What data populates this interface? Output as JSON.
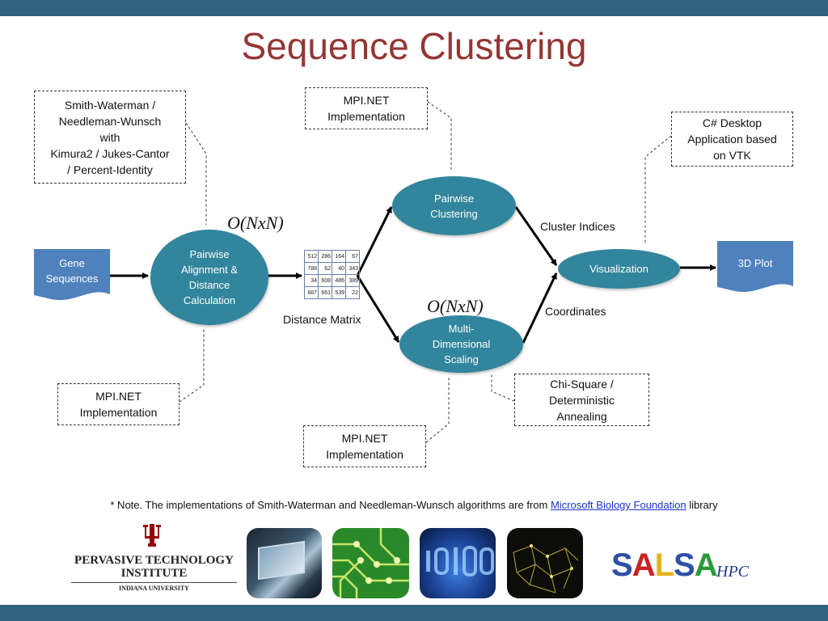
{
  "title": "Sequence Clustering",
  "notes": {
    "alignment_algorithms": [
      "Smith-Waterman /",
      "Needleman-Wunsch",
      "with",
      "Kimura2 / Jukes-Cantor",
      "/ Percent-Identity"
    ],
    "mpi_top": [
      "MPI.NET",
      "Implementation"
    ],
    "mpi_left": [
      "MPI.NET",
      "Implementation"
    ],
    "mpi_bottom": [
      "MPI.NET",
      "Implementation"
    ],
    "csharp_app": [
      "C# Desktop",
      "Application based",
      "on VTK"
    ],
    "chi_square": [
      "Chi-Square /",
      "Deterministic",
      "Annealing"
    ]
  },
  "nodes": {
    "gene_sequences": [
      "Gene",
      "Sequences"
    ],
    "pairwise_alignment": [
      "Pairwise",
      "Alignment &",
      "Distance",
      "Calculation"
    ],
    "pairwise_clustering": [
      "Pairwise",
      "Clustering"
    ],
    "mds": [
      "Multi-",
      "Dimensional",
      "Scaling"
    ],
    "visualization": "Visualization",
    "plot_3d": "3D Plot"
  },
  "labels": {
    "complexity_1": "O(NxN)",
    "complexity_2": "O(NxN)",
    "distance_matrix": "Distance Matrix",
    "cluster_indices": "Cluster Indices",
    "coordinates": "Coordinates"
  },
  "matrix": [
    [
      "512",
      "286",
      "164",
      "67"
    ],
    [
      "788",
      "62",
      "40",
      "343"
    ],
    [
      "34",
      "608",
      "486",
      "389"
    ],
    [
      "887",
      "661",
      "539",
      "22"
    ]
  ],
  "footnote": {
    "prefix": "* Note. The implementations of Smith-Waterman and Needleman-Wunsch algorithms are from ",
    "link": "Microsoft Biology Foundation",
    "suffix": " library"
  },
  "logos": {
    "iu_institute": [
      "PERVASIVE TECHNOLOGY",
      "INSTITUTE"
    ],
    "iu_university": "INDIANA UNIVERSITY",
    "salsa": [
      "S",
      "A",
      "L",
      "S",
      "A"
    ],
    "salsa_suffix": "HPC"
  },
  "colors": {
    "bar": "#31627e",
    "title": "#943634",
    "ellipse": "#31859c",
    "doc": "#4f81bd",
    "iu_crimson": "#990000"
  }
}
